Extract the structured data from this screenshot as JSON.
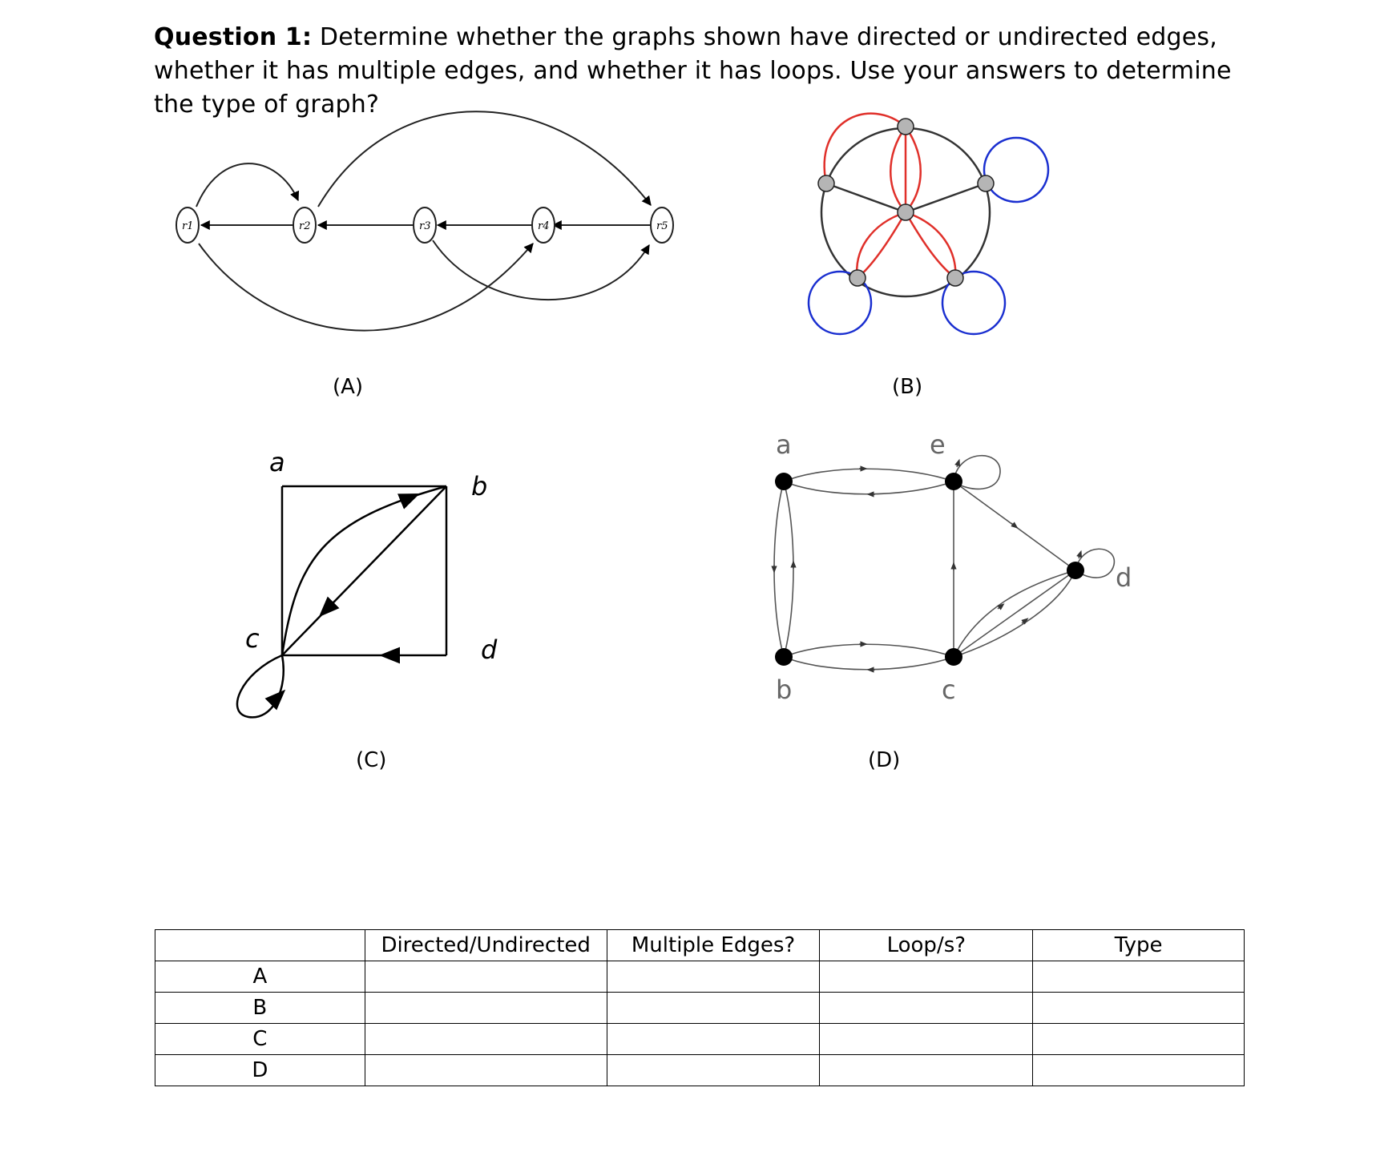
{
  "question": {
    "label": "Question 1:",
    "text": " Determine whether the graphs shown have directed or undirected edges, whether it has multiple edges, and whether it has loops. Use your answers to determine the type of graph?"
  },
  "graphs": {
    "A": {
      "caption": "(A)",
      "nodes": [
        "r1",
        "r2",
        "r3",
        "r4",
        "r5"
      ]
    },
    "B": {
      "caption": "(B)"
    },
    "C": {
      "caption": "(C)",
      "nodes": [
        "a",
        "b",
        "c",
        "d"
      ]
    },
    "D": {
      "caption": "(D)",
      "nodes": [
        "a",
        "e",
        "d",
        "b",
        "c"
      ]
    }
  },
  "table": {
    "headers": [
      "",
      "Directed/Undirected",
      "Multiple Edges?",
      "Loop/s?",
      "Type"
    ],
    "rows": [
      {
        "label": "A",
        "cells": [
          "",
          "",
          "",
          ""
        ]
      },
      {
        "label": "B",
        "cells": [
          "",
          "",
          "",
          ""
        ]
      },
      {
        "label": "C",
        "cells": [
          "",
          "",
          "",
          ""
        ]
      },
      {
        "label": "D",
        "cells": [
          "",
          "",
          "",
          ""
        ]
      }
    ]
  },
  "colors": {
    "red_edge": "#e0302a",
    "blue_loop": "#1a2fd0",
    "node_gray": "#b5b5b5"
  }
}
